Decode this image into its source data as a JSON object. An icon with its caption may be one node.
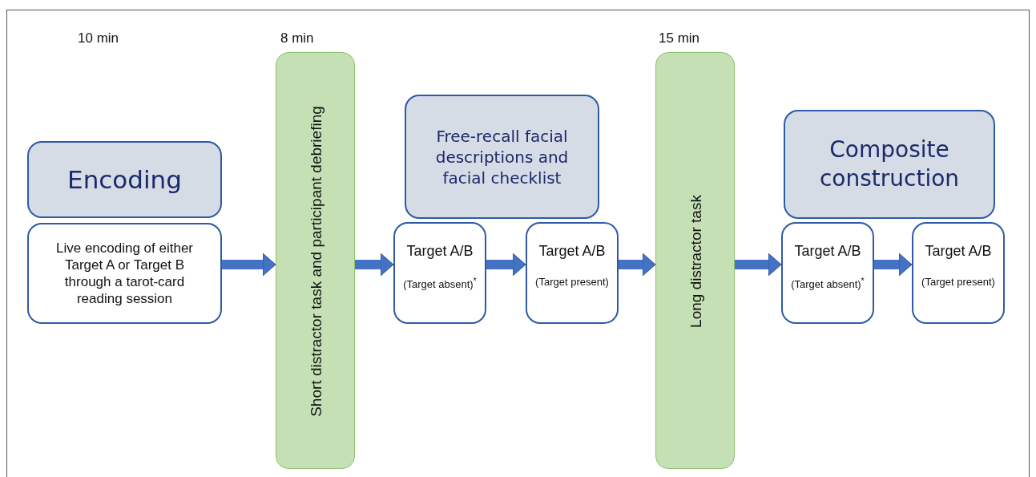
{
  "diagram": {
    "nodes": [
      {
        "text": [
          "Encoding"
        ]
      },
      {
        "text": [
          "Live encoding of either Target A or Target B through a tarot-card reading session"
        ]
      },
      {
        "text": [
          "Short distractor task and participant debriefing"
        ]
      },
      {
        "text": [
          "Free-recall facial descriptions and facial checklist"
        ]
      },
      {
        "text": [
          "Target A/B",
          "(Target absent)$^{*}$"
        ]
      },
      {
        "text": [
          "Target A/B",
          "(Target present)"
        ]
      },
      {
        "text": [
          "Long distractor task"
        ]
      },
      {
        "text": [
          "Composite construction"
        ]
      },
      {
        "text": [
          "Target A/B",
          "(Target absent)$^{*}$"
        ]
      },
      {
        "text": [
          "Target A/B",
          "(Target present)"
        ]
      }
    ],
    "edges": [
      {
        "from": 1,
        "to": 2,
        "arrow": "to"
      },
      {
        "from": 2,
        "to": 4,
        "arrow": "to"
      },
      {
        "from": 4,
        "to": 5,
        "arrow": "to"
      },
      {
        "from": 5,
        "to": 6,
        "arrow": "to"
      },
      {
        "from": 6,
        "to": 8,
        "arrow": "to"
      },
      {
        "from": 8,
        "to": 9,
        "arrow": "to"
      }
    ],
    "labels": [
      "10 min",
      "8 min",
      "15 min"
    ]
  }
}
